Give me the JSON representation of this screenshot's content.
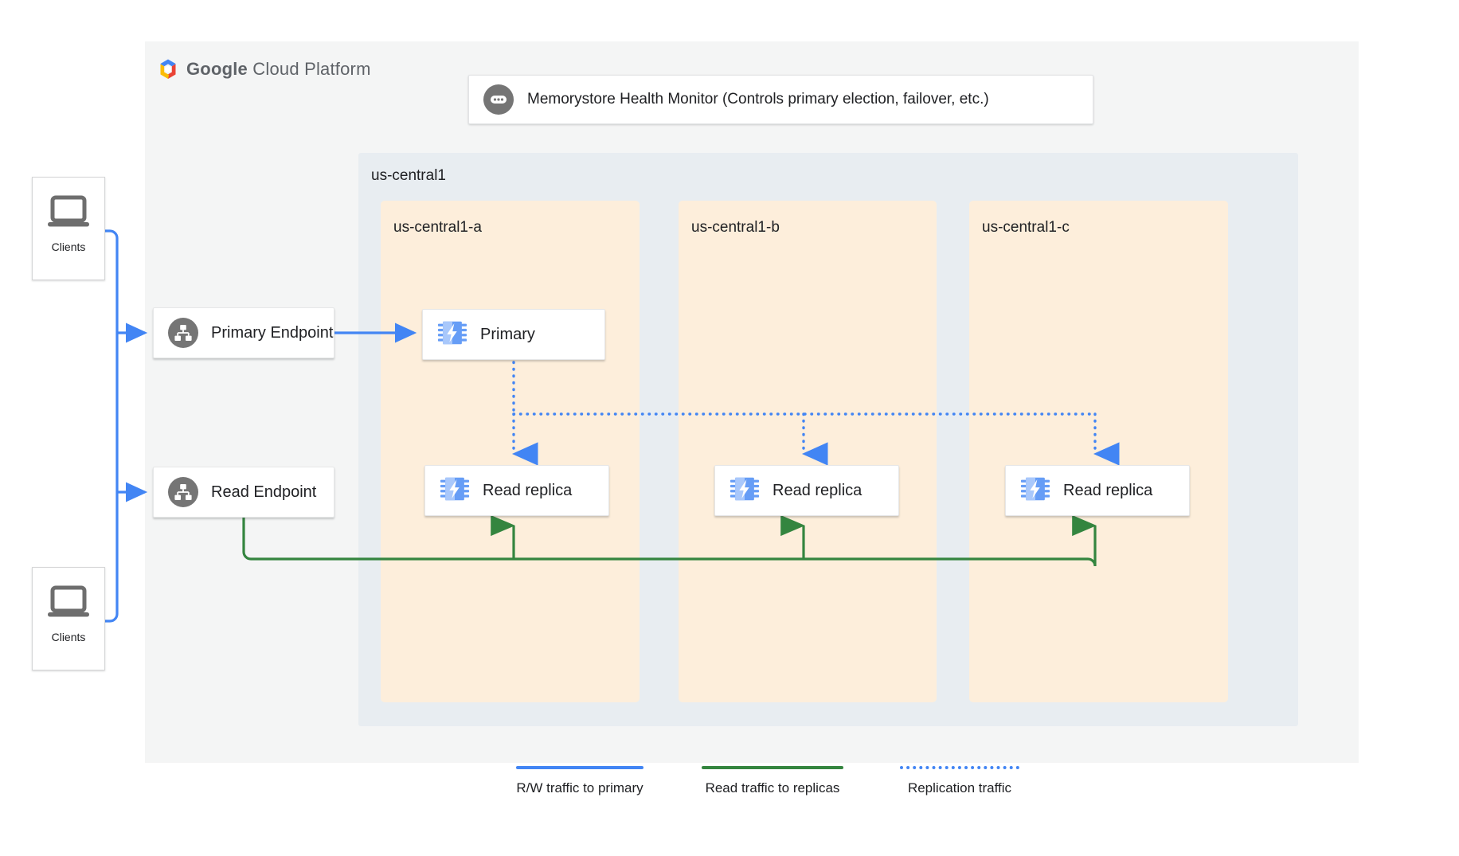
{
  "platform": {
    "name_bold": "Google",
    "name_rest": " Cloud Platform",
    "logo_icon": "gcp-hexagon-logo"
  },
  "health_monitor": {
    "label": "Memorystore Health Monitor (Controls primary election, failover, etc.)",
    "icon": "health-monitor-icon"
  },
  "region": {
    "label": "us-central1"
  },
  "zones": [
    {
      "label": "us-central1-a"
    },
    {
      "label": "us-central1-b"
    },
    {
      "label": "us-central1-c"
    }
  ],
  "clients": [
    {
      "label": "Clients",
      "icon": "laptop-icon"
    },
    {
      "label": "Clients",
      "icon": "laptop-icon"
    }
  ],
  "endpoints": [
    {
      "label": "Primary Endpoint",
      "icon": "network-tree-icon"
    },
    {
      "label": "Read Endpoint",
      "icon": "network-tree-icon"
    }
  ],
  "nodes": {
    "primary": {
      "label": "Primary",
      "icon": "memorystore-chip-icon"
    },
    "replicas": [
      {
        "label": "Read replica",
        "icon": "memorystore-chip-icon"
      },
      {
        "label": "Read replica",
        "icon": "memorystore-chip-icon"
      },
      {
        "label": "Read replica",
        "icon": "memorystore-chip-icon"
      }
    ]
  },
  "legend": [
    {
      "label": "R/W traffic to primary",
      "color": "#4285f4",
      "style": "solid"
    },
    {
      "label": "Read traffic to replicas",
      "color": "#34853f",
      "style": "solid"
    },
    {
      "label": "Replication traffic",
      "color": "#4285f4",
      "style": "dotted"
    }
  ],
  "colors": {
    "blue": "#4285f4",
    "green": "#34853f",
    "canvas": "#f4f5f5",
    "region": "#e8edf1",
    "zone": "#fdeedb",
    "grey_icon": "#757575"
  }
}
